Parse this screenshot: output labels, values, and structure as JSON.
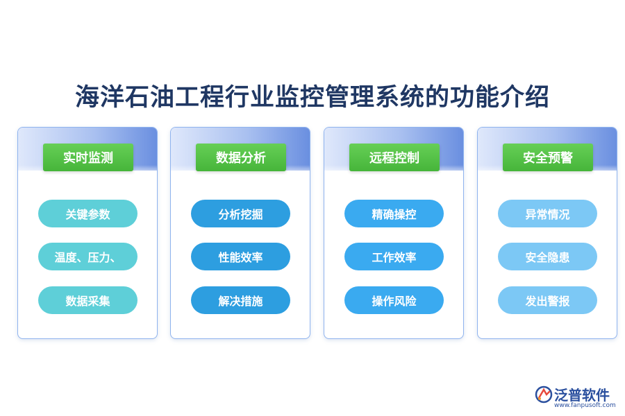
{
  "title": "海洋石油工程行业监控管理系统的功能介绍",
  "cards": [
    {
      "heading": "实时监测",
      "items": [
        "关键参数",
        "温度、压力、",
        "数据采集"
      ]
    },
    {
      "heading": "数据分析",
      "items": [
        "分析挖掘",
        "性能效率",
        "解决措施"
      ]
    },
    {
      "heading": "远程控制",
      "items": [
        "精确操控",
        "工作效率",
        "操作风险"
      ]
    },
    {
      "heading": "安全预警",
      "items": [
        "异常情况",
        "安全隐患",
        "发出警报"
      ]
    }
  ],
  "logo": {
    "name": "泛普软件",
    "url": "www.fanpusoft.com"
  },
  "colors": {
    "title": "#1f3763",
    "badge": "#4cba3f",
    "card1_pill": "#5ecfd8",
    "card2_pill": "#2d9ee0",
    "card3_pill": "#3aaaf0",
    "card4_pill": "#7cc8f5"
  }
}
